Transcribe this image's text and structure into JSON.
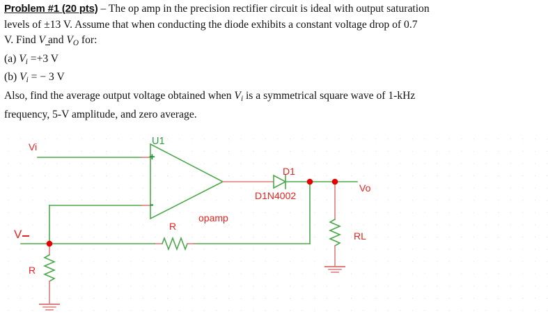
{
  "problem": {
    "heading": "Problem #1 (20 pts)",
    "dash": " – ",
    "line1a": "The op amp in the precision rectifier circuit is ideal with output saturation",
    "line2a": "levels of ±13 V. Assume that when conducting the diode exhibits a constant voltage drop of 0.7",
    "line3a": "V. Find ",
    "v_minus": "V",
    "line3b": " and ",
    "v_out_base": "V",
    "v_out_sub": "O",
    "line3c": " for:",
    "item_a_prefix": "(a) ",
    "item_a_var": "V",
    "item_a_sub": "i",
    "item_a_value": " =+3 V",
    "item_b_prefix": "(b) ",
    "item_b_var": "V",
    "item_b_sub": "i",
    "item_b_value": " = − 3 V",
    "line4a": "Also, find the average output voltage obtained when ",
    "line4_var": "V",
    "line4_sub": "i",
    "line4b": " is a symmetrical square wave of 1-kHz",
    "line5": "frequency, 5-V amplitude, and zero average."
  },
  "schematic": {
    "title": "precision-rectifier-circuit",
    "labels": {
      "u1": "U1",
      "vi": "Vi",
      "v_minus": "V",
      "d1": "D1",
      "diode_part": "D1N4002",
      "vo": "Vo",
      "opamp": "opamp",
      "r_feedback": "R",
      "r_input": "R",
      "r_load": "RL",
      "plus": "+",
      "minus": "-"
    },
    "colors": {
      "wire": "#4aa84a",
      "component": "#e07b7b",
      "label_red": "#e8231f",
      "label_green": "#2f9e44",
      "junction": "#e60000",
      "grid_dot": "#d9d2e9",
      "background": "#ffffff"
    }
  }
}
